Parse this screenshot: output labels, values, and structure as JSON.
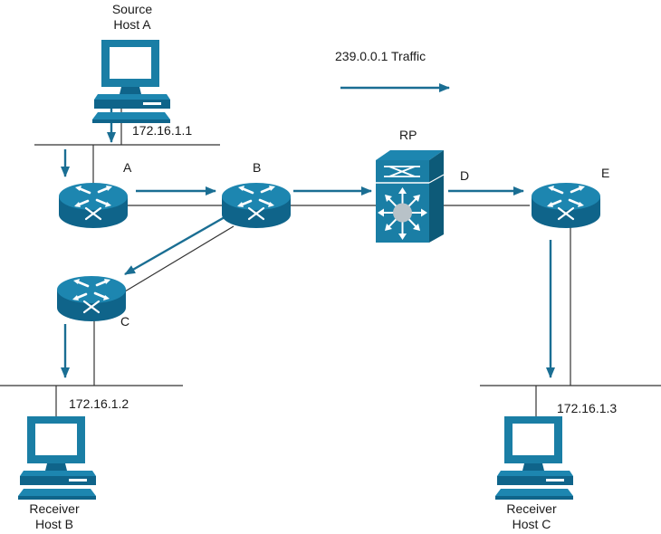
{
  "traffic_label": "239.0.0.1 Traffic",
  "hosts": {
    "source": {
      "line1": "Source",
      "line2": "Host A",
      "ip": "172.16.1.1"
    },
    "receiver_b": {
      "line1": "Receiver",
      "line2": "Host B",
      "ip": "172.16.1.2"
    },
    "receiver_c": {
      "line1": "Receiver",
      "line2": "Host C",
      "ip": "172.16.1.3"
    }
  },
  "routers": {
    "a": "A",
    "b": "B",
    "c": "C",
    "d": "D",
    "e": "E",
    "rp": "RP"
  },
  "colors": {
    "device": "#1c7fa5",
    "device_dark": "#0d5a78",
    "arrow": "#1a6e93",
    "line": "#333333"
  }
}
